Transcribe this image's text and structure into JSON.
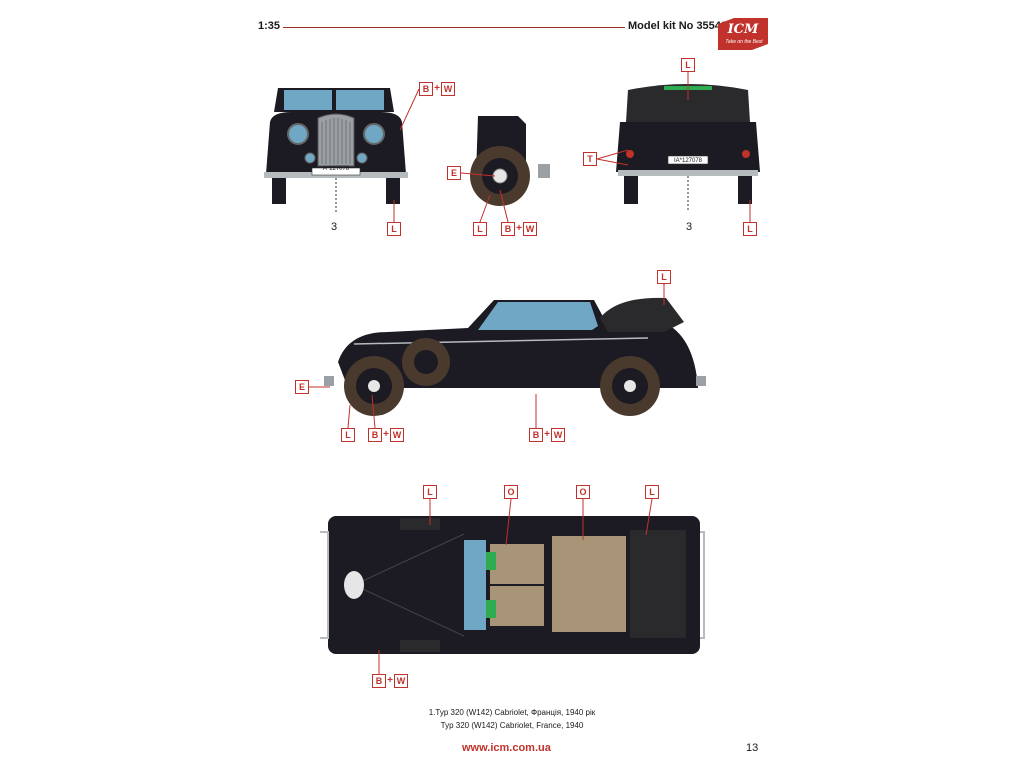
{
  "header": {
    "scale": "1:35",
    "kit_number": "Model kit No 35540",
    "logo_text": "ICM",
    "logo_slogan": "Take on the Best"
  },
  "callouts": {
    "bw_b": "B",
    "bw_plus": "+",
    "bw_w": "W",
    "L": "L",
    "E": "E",
    "T": "T",
    "O": "O"
  },
  "dimensions": {
    "front_ref": "3",
    "rear_ref": "3"
  },
  "plates": {
    "front": "A*127078",
    "rear": "IA*127078"
  },
  "captions": {
    "line1": "1.Typ 320 (W142) Cabriolet, Франція, 1940 рік",
    "line2": "Typ 320 (W142) Cabriolet, France, 1940"
  },
  "footer": {
    "website": "www.icm.com.ua",
    "page_number": "13"
  },
  "colors": {
    "accent": "#c0322b",
    "body_black": "#1c1a22",
    "glass_blue": "#6fa7c4",
    "interior_tan": "#a89476",
    "tire": "#4a3a2e",
    "green": "#2eaa4f"
  }
}
